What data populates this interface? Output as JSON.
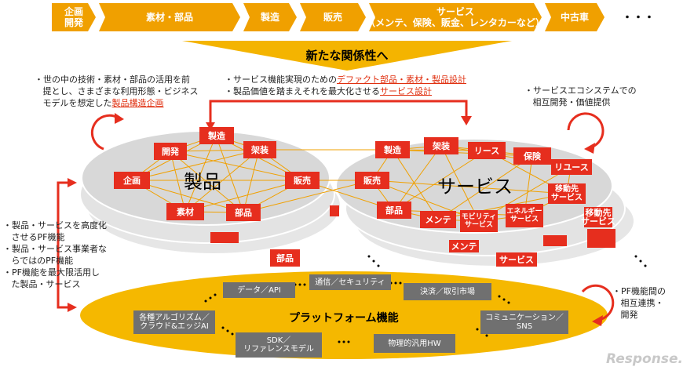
{
  "chain": [
    {
      "label": "企画\n開発"
    },
    {
      "label": "素材・部品"
    },
    {
      "label": "製造"
    },
    {
      "label": "販売"
    },
    {
      "label": "サービス\n（メンテ、保険、販金、レンタカーなど）"
    },
    {
      "label": "中古車"
    }
  ],
  "chain_more": "・・・",
  "header_title": "新たな関係性へ",
  "note_top_left": {
    "line1": "世の中の技術・素材・部品の活用を前",
    "line2": "提とし、さまざまな利用形態・ビジネス",
    "line3": "モデルを想定した",
    "link": "製品構造企画"
  },
  "note_top_center": {
    "line1": "サービス機能実現のための",
    "link1": "デファクト部品・素材・製品設計",
    "line2": "製品価値を踏まえそれを最大化させる",
    "link2": "サービス設計"
  },
  "note_top_right": {
    "line1": "サービスエコシステムでの",
    "line2": "相互開発・価値提供"
  },
  "note_left": {
    "b1": "製品・サービスを高度化",
    "b1b": "させるPF機能",
    "b2": "製品・サービス事業者な",
    "b2b": "らではのPF機能",
    "b3": "PF機能を最大限活用し",
    "b3b": "た製品・サービス"
  },
  "note_right": {
    "line1": "PF機能間の",
    "line2": "相互連携・",
    "line3": "開発"
  },
  "product_label": "製品",
  "service_label": "サービス",
  "product_nodes": [
    "製造",
    "開発",
    "架装",
    "企画",
    "販売",
    "素材",
    "部品"
  ],
  "service_nodes": [
    "製造",
    "架装",
    "リース",
    "保険",
    "リユース",
    "販売",
    "移動先\nサービス",
    "部品",
    "メンテ",
    "モビリティ\nサービス",
    "エネルギー\nサービス"
  ],
  "back_labels": {
    "p1": "部品",
    "s1": "移動先\nサービス",
    "s2": "メンテ",
    "s3": "サービス"
  },
  "platform_title": "プラットフォーム機能",
  "platform_items": [
    "データ／API",
    "通信／セキュリティ",
    "決済／取引市場",
    "各種アルゴリズム／\nクラウド&エッジAI",
    "コミュニケーション／\nSNS",
    "SDK／\nリファレンスモデル",
    "物理的汎用HW"
  ],
  "watermark": "Response."
}
